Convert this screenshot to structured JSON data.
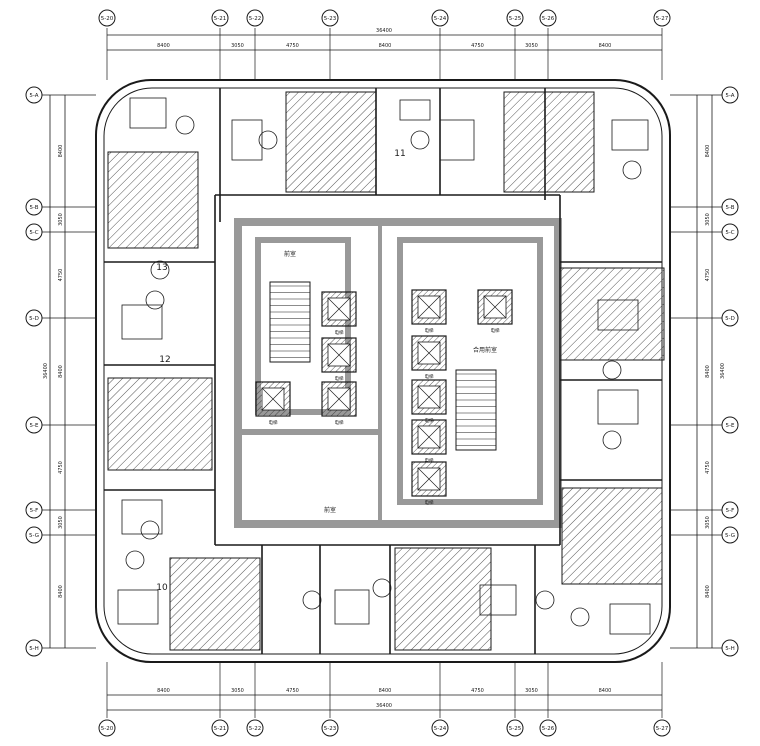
{
  "drawing": {
    "grid_top": [
      "5-20",
      "5-21",
      "5-22",
      "5-23",
      "5-24",
      "5-25",
      "5-26",
      "5-27"
    ],
    "grid_bottom": [
      "5-20",
      "5-21",
      "5-22",
      "5-23",
      "5-24",
      "5-25",
      "5-26",
      "5-27"
    ],
    "grid_left": [
      "5-A",
      "5-B",
      "5-C",
      "5-D",
      "5-E",
      "5-F",
      "5-G",
      "5-H"
    ],
    "grid_right": [
      "5-A",
      "5-B",
      "5-C",
      "5-D",
      "5-E",
      "5-F",
      "5-G",
      "5-H"
    ],
    "overall_dim": "36400",
    "overall_dim_side": "36400",
    "dims_top": [
      "8400",
      "3050",
      "4750",
      "8400",
      "4750",
      "3050",
      "8400"
    ],
    "dims_side": [
      "8400",
      "3050",
      "4750",
      "8400",
      "4750",
      "3050",
      "8400"
    ],
    "room_numbers": [
      "13",
      "12",
      "11",
      "10"
    ],
    "labels": [
      "合用前室",
      "前室",
      "前室",
      "电梯",
      "电梯",
      "电梯",
      "电梯",
      "电梯",
      "电梯",
      "电梯",
      "电梯"
    ]
  },
  "colors": {
    "line": "#1a1a1a",
    "hatch": "#555555",
    "wall": "#999999",
    "bg": "#ffffff"
  }
}
